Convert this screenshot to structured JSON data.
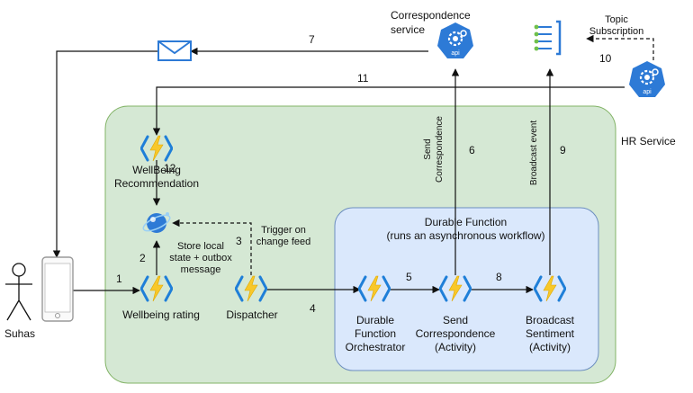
{
  "diagram": {
    "person": "Suhas",
    "hr_service": "HR Service",
    "correspondence_service": [
      "Correspondence",
      "service"
    ],
    "topic_subscription": [
      "Topic",
      "Subscription"
    ],
    "durable_function": [
      "Durable Function",
      "(runs an asynchronous workflow)"
    ],
    "wellbeing_rating": "Wellbeing rating",
    "wellbeing_recommendation": [
      "WellBeing",
      "Recommendation"
    ],
    "dispatcher": "Dispatcher",
    "orchestrator": [
      "Durable",
      "Function",
      "Orchestrator"
    ],
    "send_correspondence": [
      "Send",
      "Correspondence",
      "(Activity)"
    ],
    "broadcast_sentiment": [
      "Broadcast",
      "Sentiment",
      "(Activity)"
    ],
    "store_local": [
      "Store local",
      "state + outbox",
      "message"
    ],
    "trigger": [
      "Trigger on",
      "change feed"
    ],
    "send_correspondence_edge": [
      "Send",
      "Correspondence"
    ],
    "broadcast_event": "Broadcast event",
    "api_label": "api",
    "steps": [
      "1",
      "2",
      "3",
      "4",
      "5",
      "6",
      "7",
      "8",
      "9",
      "10",
      "11",
      "12"
    ],
    "colors": {
      "hr_fill": "#d5e8d4",
      "hr_stroke": "#82b366",
      "df_fill": "#dae8fc",
      "df_stroke": "#6c8ebf",
      "azure_blue": "#2d7ad6",
      "function_yellow": "#f8c82a"
    }
  }
}
